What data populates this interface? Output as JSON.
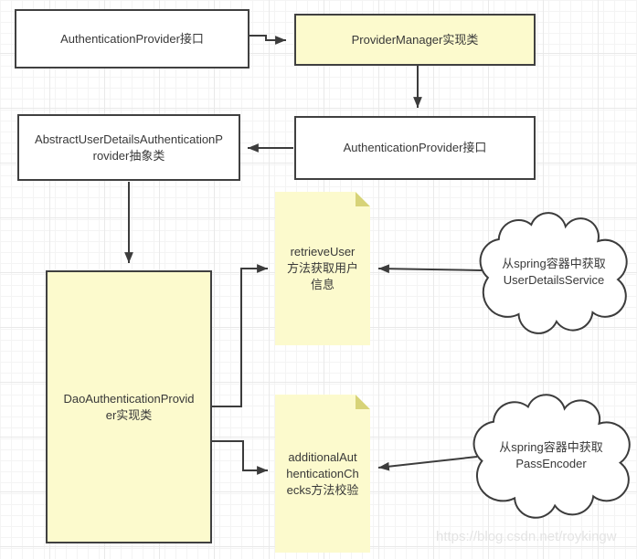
{
  "nodes": {
    "box1": {
      "label": "AuthenticationProvider接口"
    },
    "box2": {
      "label": "ProviderManager实现类"
    },
    "box3": {
      "label": "AuthenticationProvider接口"
    },
    "box4": {
      "label": "AbstractUserDetailsAuthenticationProvider抽象类",
      "lines": [
        "AbstractUserDetailsAuthenticationP",
        "rovider抽象类"
      ]
    },
    "box5": {
      "label": "DaoAuthenticationProvider实现类",
      "lines": [
        "DaoAuthenticationProvid",
        "er实现类"
      ]
    },
    "note1": {
      "label": "retrieveUser方法获取用户信息",
      "lines": [
        "retrieveUser",
        "方法获取用户",
        "信息"
      ]
    },
    "note2": {
      "label": "additionalAuthenticationChecks方法校验",
      "lines": [
        "additionalAut",
        "henticationCh",
        "ecks方法校验"
      ]
    },
    "cloud1": {
      "label": "从spring容器中获取UserDetailsService",
      "lines": [
        "从spring容器中获取",
        "UserDetailsService"
      ]
    },
    "cloud2": {
      "label": "从spring容器中获取PassEncoder",
      "lines": [
        "从spring容器中获取",
        "PassEncoder"
      ]
    }
  },
  "watermark": "https://blog.csdn.net/roykingw",
  "colors": {
    "node_yellow_fill": "#fcfacd",
    "note_fold": "#d7d378",
    "shape_border": "#404040",
    "connector": "#3c3c3c",
    "text": "#383838",
    "grid_minor": "#f4f4f4",
    "grid_major": "#e9e9e9",
    "watermark_text": "#e4e4e4"
  }
}
